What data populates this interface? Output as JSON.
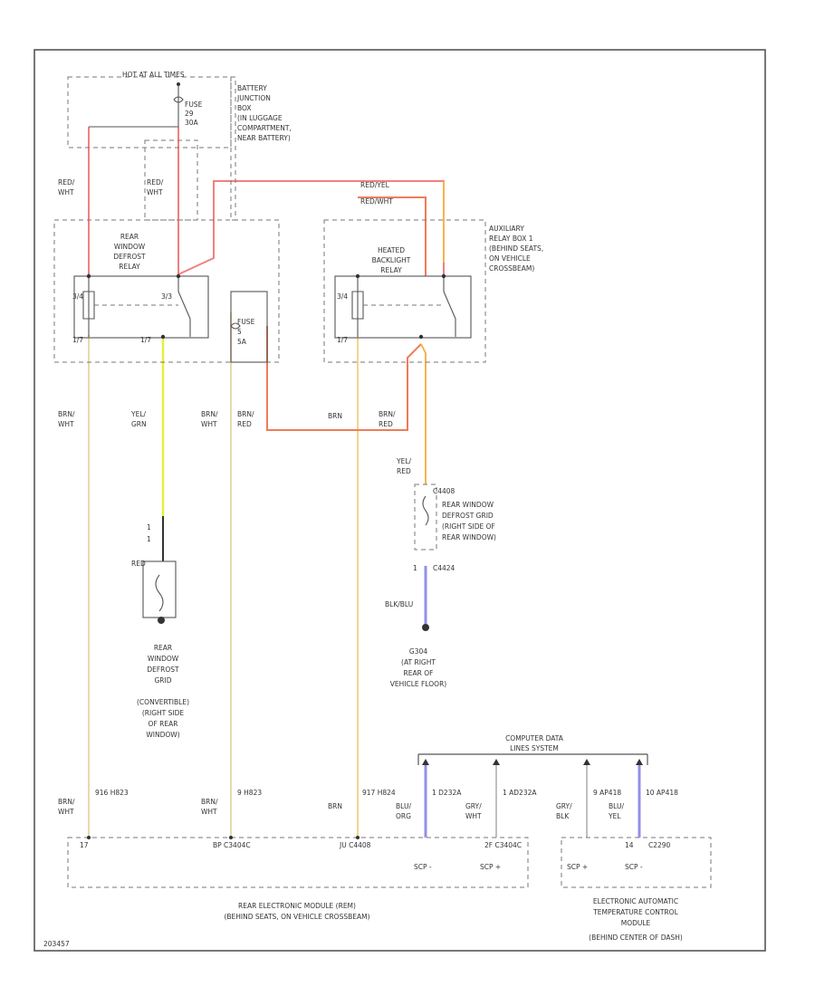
{
  "colors": {
    "red": "#f08080",
    "red_orange": "#f07b5a",
    "orange": "#f5b450",
    "yellow_green": "#e6f03c",
    "tan": "#ead8b0",
    "blue_violet": "#9090e8",
    "black": "#333333"
  },
  "labels": {
    "hot_at_all_times": "HOT AT ALL TIMES",
    "fuse_29": [
      "FUSE",
      "29",
      "30A"
    ],
    "battery_junction_box": [
      "BATTERY",
      "JUNCTION",
      "BOX",
      "(IN LUGGAGE",
      "COMPARTMENT,",
      "NEAR BATTERY)"
    ],
    "red_wht_1": [
      "RED/",
      "WHT"
    ],
    "red_wht_2": [
      "RED/",
      "WHT"
    ],
    "red_yel": "RED/YEL",
    "red_wht_3": "RED/WHT",
    "aux_relay_box": [
      "AUXILIARY",
      "RELAY BOX 1",
      "(BEHIND SEATS,",
      "ON VEHICLE",
      "CROSSBEAM)"
    ],
    "rear_window_defrost_relay": [
      "REAR",
      "WINDOW",
      "DEFROST",
      "RELAY"
    ],
    "heated_backlight_relay": [
      "HEATED",
      "BACKLIGHT",
      "RELAY"
    ],
    "pin_left_a1": "3/4",
    "pin_left_a2": "3/3",
    "pin_left_a3": "1/7",
    "pin_left_a4": "1/7",
    "pin_right_a1": "3/4",
    "pin_right_a2": "1/7",
    "fuse_5": [
      "FUSE",
      "5",
      "5A"
    ],
    "brn_wht_1": [
      "BRN/",
      "WHT"
    ],
    "yel_grn": [
      "YEL/",
      "GRN"
    ],
    "brn_wht_2": [
      "BRN/",
      "WHT"
    ],
    "brn_red_1": [
      "BRN/",
      "RED"
    ],
    "brn": "BRN",
    "brn_red_2": [
      "BRN/",
      "RED"
    ],
    "yel_red": [
      "YEL/",
      "RED"
    ],
    "c4408": "C4408",
    "rear_window_defrost_grid": [
      "REAR WINDOW",
      "DEFROST GRID",
      "(RIGHT SIDE OF",
      "REAR WINDOW)"
    ],
    "pin_1a": "1",
    "c4424": "C4424",
    "blk_blu": "BLK/BLU",
    "g304": [
      "G304",
      "(AT RIGHT",
      "REAR OF",
      "VEHICLE FLOOR)"
    ],
    "pin_1b": "1",
    "pin_1c": "1",
    "red_left": "RED",
    "rear_window_defrost_grid_conv": [
      "REAR",
      "WINDOW",
      "DEFROST",
      "GRID",
      "(CONVERTIBLE)",
      "(RIGHT SIDE",
      "OF REAR",
      "WINDOW)"
    ],
    "computer_data_lines": [
      "COMPUTER DATA",
      "LINES SYSTEM"
    ],
    "brn_wht_3": [
      "BRN/",
      "WHT"
    ],
    "wire_916": "916 H823",
    "brn_wht_4": [
      "BRN/",
      "WHT"
    ],
    "wire_914": "9 H823",
    "brn_2": "BRN",
    "wire_917": "917 H824",
    "blu_org": [
      "BLU/",
      "ORG"
    ],
    "wire_1d": "1 D232A",
    "gry_wht": [
      "GRY/",
      "WHT"
    ],
    "wire_1e": "1 AD232A",
    "gry_blk": [
      "GRY/",
      "BLK"
    ],
    "wire_9": "9 AP418",
    "blu_yel": [
      "BLU/",
      "YEL"
    ],
    "wire_10": "10 AP418",
    "conn_17": "17",
    "conn_bp": "BP C3404C",
    "conn_ju": "JU C4408",
    "conn_2f": "2F C3404C",
    "conn_right": "C2290",
    "conn_right_pin": "14",
    "scp_minus_1": "SCP -",
    "scp_plus_1": "SCP +",
    "scp_plus_2": "SCP +",
    "scp_minus_2": "SCP -",
    "rem_module": [
      "REAR ELECTRONIC MODULE (REM)",
      "(BEHIND SEATS, ON VEHICLE CROSSBEAM)"
    ],
    "eatc_module": [
      "ELECTRONIC AUTOMATIC",
      "TEMPERATURE CONTROL",
      "MODULE",
      "(BEHIND CENTER OF DASH)"
    ],
    "figure_code": "203457"
  }
}
